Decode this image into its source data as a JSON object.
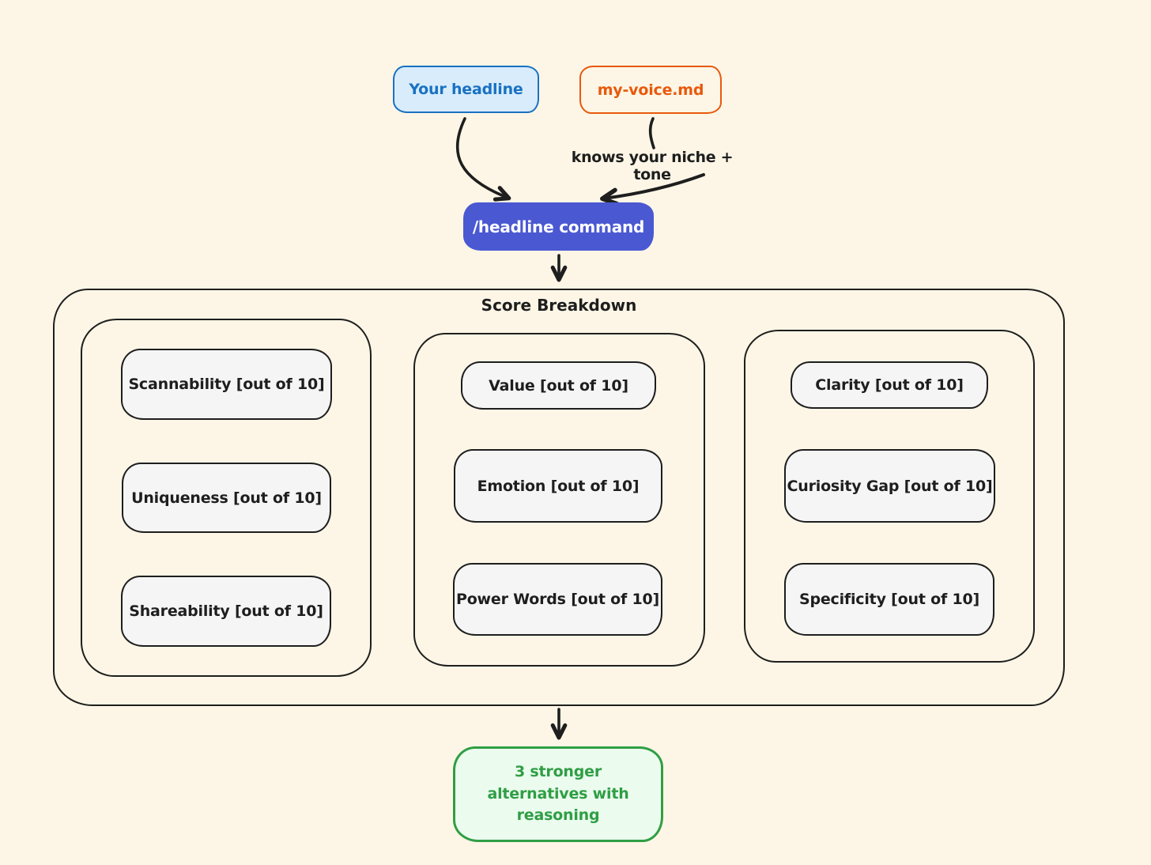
{
  "inputs": {
    "headline": {
      "label": "Your headline"
    },
    "voice_file": {
      "label": "my-voice.md"
    },
    "annotation": "knows your niche + tone"
  },
  "command": {
    "label": "/headline command"
  },
  "score_breakdown": {
    "title": "Score Breakdown",
    "columns": [
      {
        "items": [
          "Scannability [out of 10]",
          "Uniqueness [out of 10]",
          "Shareability [out of 10]"
        ]
      },
      {
        "items": [
          "Value [out of 10]",
          "Emotion [out of 10]",
          "Power Words [out of 10]"
        ]
      },
      {
        "items": [
          "Clarity [out of 10]",
          "Curiosity Gap [out of 10]",
          "Specificity [out of 10]"
        ]
      }
    ]
  },
  "output": {
    "label": "3 stronger alternatives with reasoning"
  },
  "colors": {
    "background": "#fdf6e6",
    "ink": "#1e1e1e",
    "blue_border": "#1971c2",
    "blue_fill": "#d8ecfc",
    "orange": "#e8590c",
    "indigo_fill": "#4a58d2",
    "score_box_fill": "#f5f5f5",
    "green_border": "#2f9e44",
    "green_fill": "#ebfbee"
  }
}
